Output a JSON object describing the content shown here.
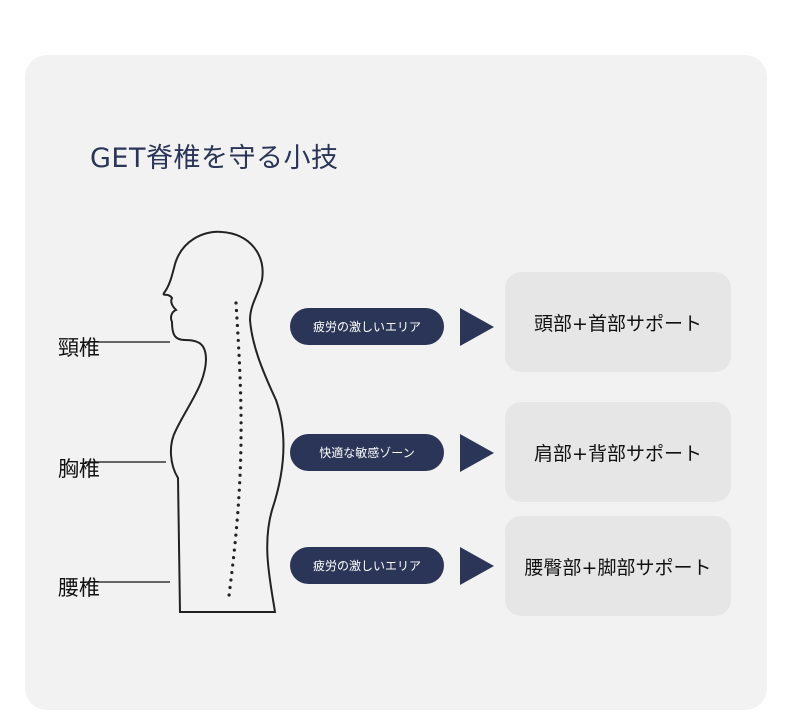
{
  "title": "GET脊椎を守る小技",
  "labels": {
    "cervical": "頸椎",
    "thoracic": "胸椎",
    "lumbar": "腰椎"
  },
  "rows": [
    {
      "tag": "疲労の激しいエリア",
      "support": "頭部+首部サポート"
    },
    {
      "tag": "快適な敏感ゾーン",
      "support": "肩部+背部サポート"
    },
    {
      "tag": "疲労の激しいエリア",
      "support": "腰臀部+脚部サポート"
    }
  ],
  "colors": {
    "accent": "#2b3557",
    "card": "#f2f2f2",
    "box": "#e6e6e6"
  }
}
